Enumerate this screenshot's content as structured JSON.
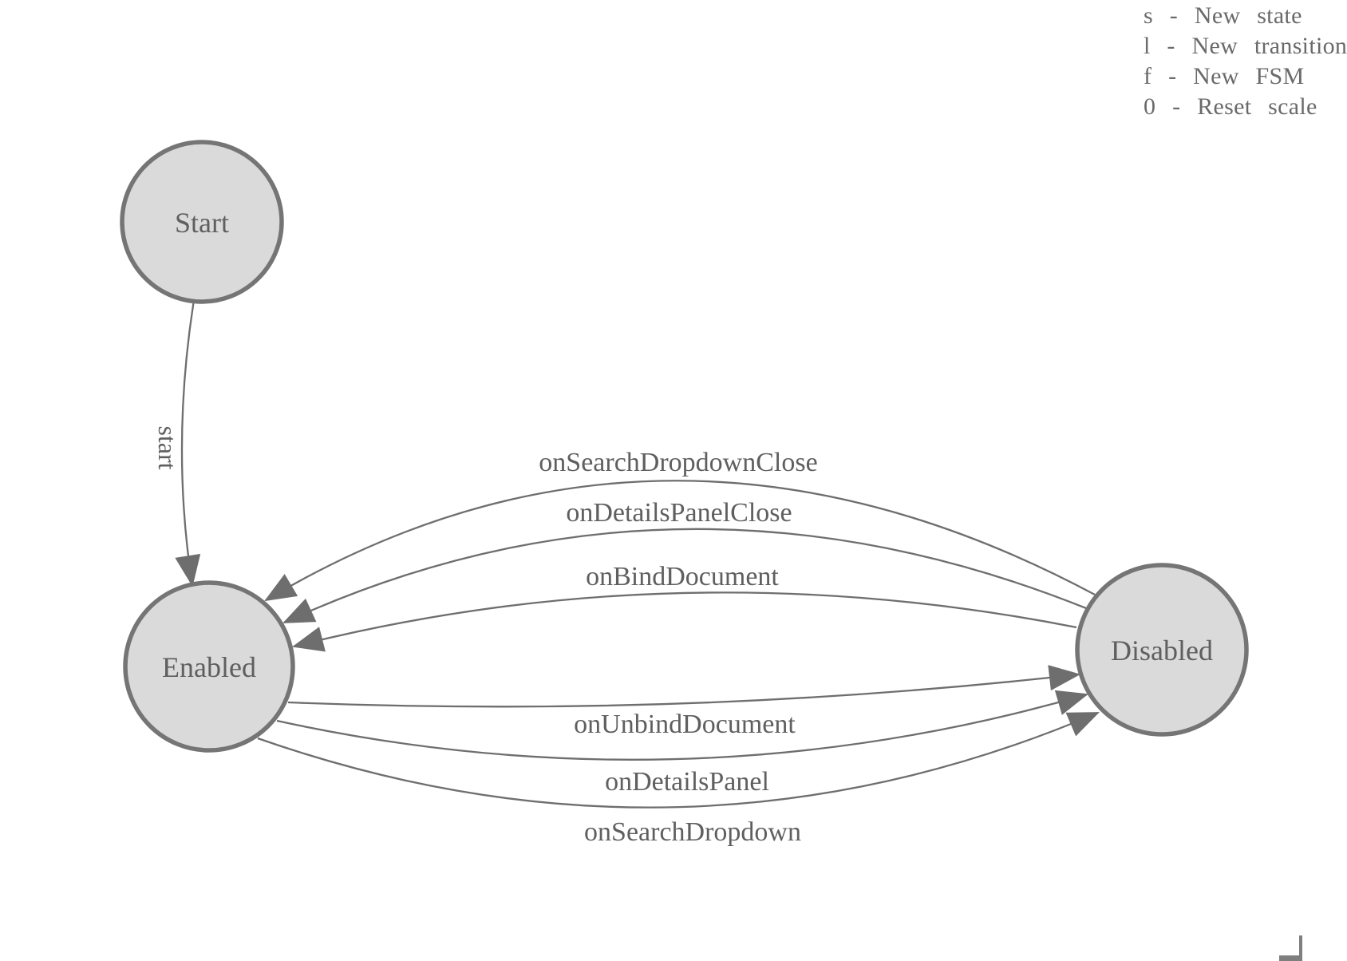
{
  "diagram": {
    "type": "state-machine",
    "nodes": [
      {
        "id": "start",
        "label": "Start"
      },
      {
        "id": "enabled",
        "label": "Enabled"
      },
      {
        "id": "disabled",
        "label": "Disabled"
      }
    ],
    "edges": [
      {
        "from": "Start",
        "to": "Enabled",
        "label": "start"
      },
      {
        "from": "Disabled",
        "to": "Enabled",
        "label": "onSearchDropdownClose"
      },
      {
        "from": "Disabled",
        "to": "Enabled",
        "label": "onDetailsPanelClose"
      },
      {
        "from": "Disabled",
        "to": "Enabled",
        "label": "onBindDocument"
      },
      {
        "from": "Enabled",
        "to": "Disabled",
        "label": "onUnbindDocument"
      },
      {
        "from": "Enabled",
        "to": "Disabled",
        "label": "onDetailsPanel"
      },
      {
        "from": "Enabled",
        "to": "Disabled",
        "label": "onSearchDropdown"
      }
    ],
    "colors": {
      "node_fill": "#dadada",
      "node_stroke": "#757575",
      "edge_stroke": "#6e6e6e",
      "arrowhead": "#6e6e6e",
      "label_text": "#5f5f5f",
      "legend_text": "#6a6a6a",
      "background": "#ffffff"
    }
  },
  "legend": {
    "lines": [
      "s - New state",
      "l - New transition",
      "f - New FSM",
      "0 - Reset scale"
    ]
  }
}
